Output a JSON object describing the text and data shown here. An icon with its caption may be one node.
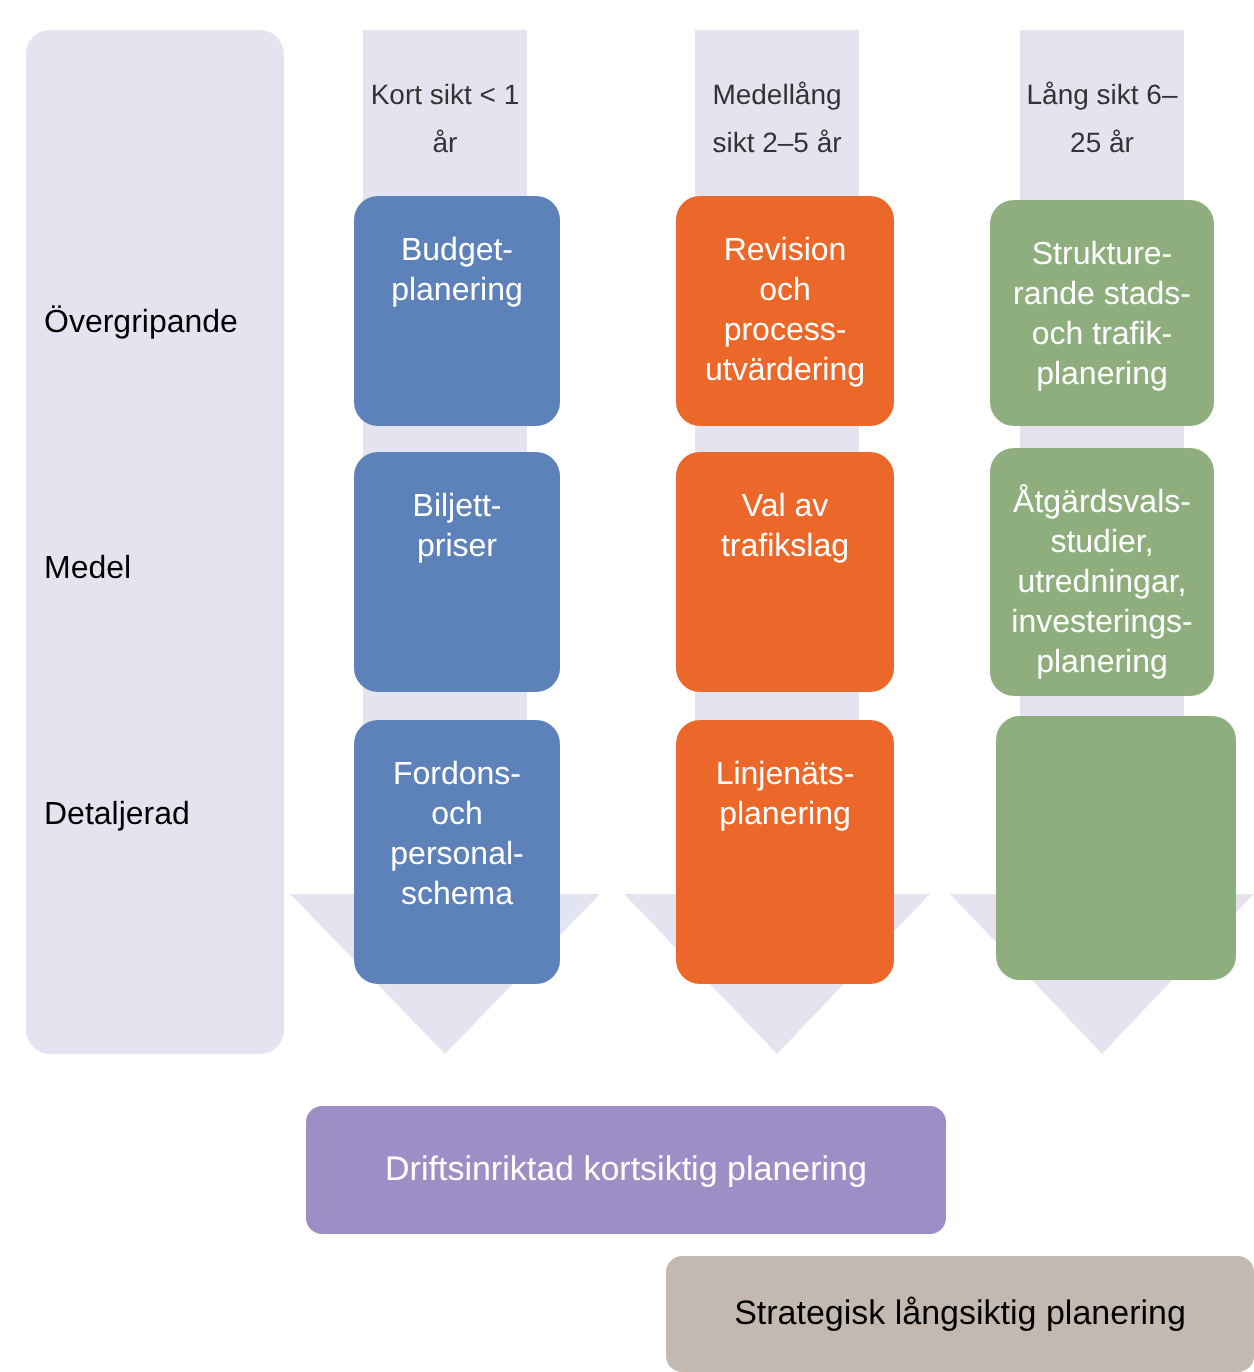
{
  "diagram": {
    "nodes": [
      {
        "text": [
          "Övergripande",
          "Medel",
          "Detaljerad"
        ]
      },
      {
        "text": [
          "Kort sikt < 1 år"
        ]
      },
      {
        "text": [
          "Budget-planering"
        ],
        "in": 1
      },
      {
        "text": [
          "Biljett-priser"
        ],
        "in": 1
      },
      {
        "text": [
          "Fordons- och personal-schema"
        ],
        "in": 1
      },
      {
        "text": [
          "Medellång sikt 2–5 år"
        ]
      },
      {
        "text": [
          "Revision och process-utvärdering"
        ],
        "in": 5
      },
      {
        "text": [
          "Val av trafikslag"
        ],
        "in": 5
      },
      {
        "text": [
          "Linjenäts-planering"
        ],
        "in": 5
      },
      {
        "text": [
          "Lång sikt 6–25 år"
        ]
      },
      {
        "text": [
          "Strukture-rande stads- och trafik-planering"
        ],
        "in": 9
      },
      {
        "text": [
          "Åtgärdsvals-studier, utredningar, investerings-planering"
        ],
        "in": 9
      },
      {
        "text": [],
        "shape": "box",
        "in": 9
      },
      {
        "text": [
          "Driftsinriktad kortsiktig planering"
        ]
      },
      {
        "text": [
          "Strategisk långsiktig planering"
        ]
      }
    ]
  }
}
